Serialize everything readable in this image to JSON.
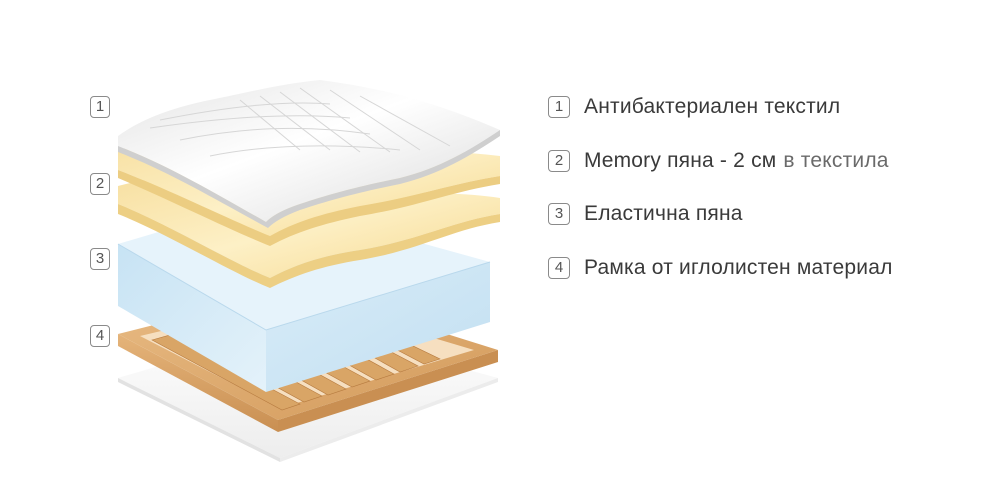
{
  "diagram": {
    "badges": [
      "1",
      "2",
      "3",
      "4"
    ]
  },
  "legend": {
    "items": [
      {
        "number": "1",
        "label": "Антибактериален текстил",
        "suffix": ""
      },
      {
        "number": "2",
        "label": "Memory пяна - 2 см",
        "suffix": "в текстила"
      },
      {
        "number": "3",
        "label": "Еластична пяна",
        "suffix": ""
      },
      {
        "number": "4",
        "label": "Рамка от иглолистен материал",
        "suffix": ""
      }
    ]
  },
  "colors": {
    "textile": "#f4f4f4",
    "memory_foam": "#fbe9b0",
    "elastic_foam": "#d9edf8",
    "wood_frame": "#e0b27a",
    "badge_border": "#8a8a8a",
    "text": "#3a3a3a"
  }
}
